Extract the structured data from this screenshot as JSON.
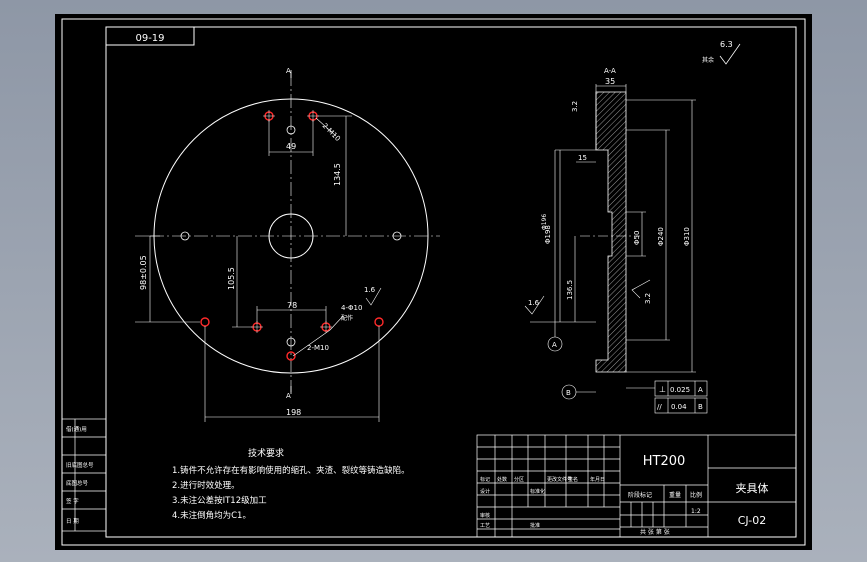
{
  "colors": {
    "background": "#9aa2ae",
    "canvas": "#000000",
    "line": "#ffffff",
    "hole": "#ff2a2a"
  },
  "drawing": {
    "label_box": "09-19",
    "section_mark": "A",
    "section_view_title": "A-A",
    "roughness_default": "6.3",
    "roughness_prefix": "其余",
    "face_view": {
      "d_w49": "49",
      "d_134_5": "134.5",
      "d_98": "98±0.05",
      "d_105_5": "105.5",
      "d_78": "78",
      "d_198": "198",
      "holes_top": "2-M10",
      "holes_bottom": "2-M10",
      "pin_holes": "4-Φ10",
      "pin_note": "配作",
      "roughness_16": "1.6"
    },
    "section_view": {
      "d_35": "35",
      "d_32_top": "3.2",
      "d_15": "15",
      "d_196": "Φ196",
      "d_198": "Φ198",
      "d_50": "Φ50",
      "d_240": "Φ240",
      "d_310": "Φ310",
      "d_136_5": "136.5",
      "d_32_bot": "3.2",
      "roughness_16": "1.6",
      "datum_a": "A",
      "datum_b": "B",
      "tol1_symbol": "⊥",
      "tol1_value": "0.025",
      "tol1_datum": "A",
      "tol2_symbol": "//",
      "tol2_value": "0.04",
      "tol2_datum": "B"
    }
  },
  "notes": {
    "title": "技术要求",
    "lines": [
      "1.铸件不允许存在有影响使用的缩孔、夹渣、裂纹等铸造缺陷。",
      "2.进行时效处理。",
      "3.未注公差按IT12级加工",
      "4.未注倒角均为C1。"
    ]
  },
  "left_strip": [
    "借(通)用",
    "",
    "旧底图总号",
    "底图总号",
    "签 字",
    "日 期"
  ],
  "title_block": {
    "material": "HT200",
    "part_name": "夹具体",
    "drawing_no": "CJ-02",
    "scale": "1:2",
    "stage_label": "阶段标记",
    "weight_label": "重量",
    "scale_label": "比例",
    "sheet_label": "共 张 第 张",
    "row_labels": [
      "标记",
      "处数",
      "分区",
      "更改文件号",
      "签名",
      "年月日"
    ],
    "design_labels": [
      "设计",
      "标准化"
    ],
    "review_labels": [
      "审核"
    ],
    "process_labels": [
      "工艺",
      "批准"
    ]
  }
}
